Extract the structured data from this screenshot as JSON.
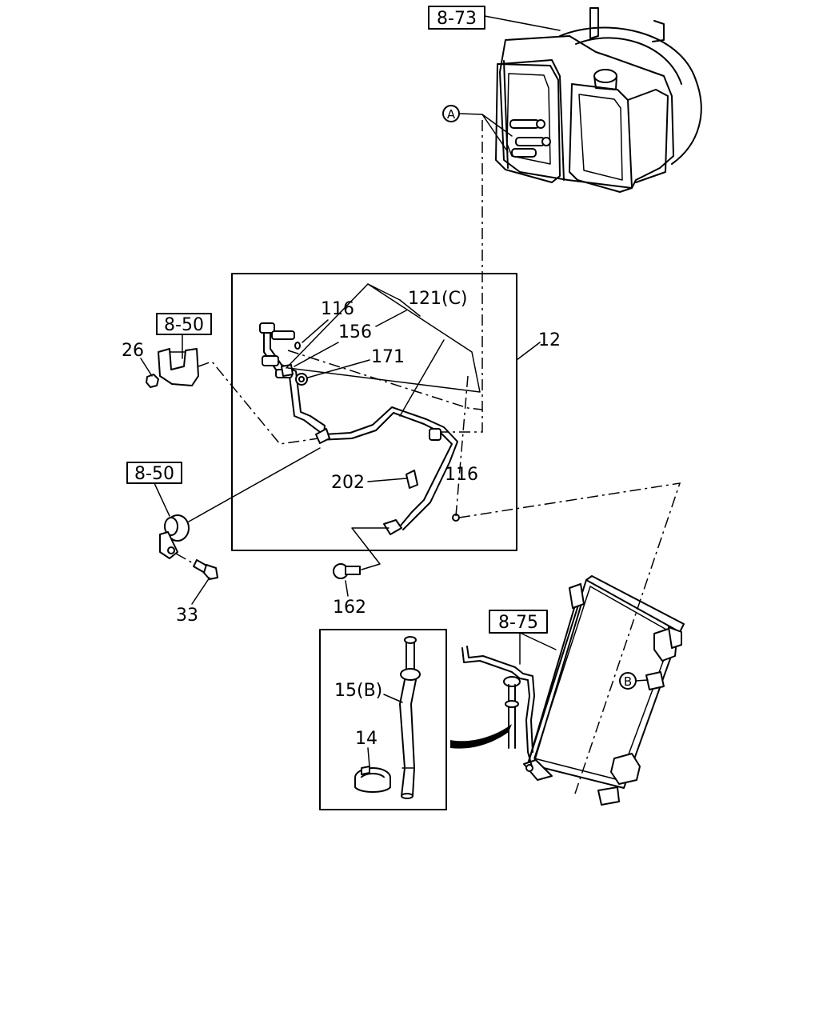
{
  "references": {
    "heater_unit": "8-73",
    "bracket_upper": "8-50",
    "bracket_lower": "8-50",
    "condenser": "8-75"
  },
  "callouts": {
    "a": "A",
    "b": "B"
  },
  "parts": {
    "p12": "12",
    "p14": "14",
    "p15": "15(B)",
    "p26": "26",
    "p33": "33",
    "p116a": "116",
    "p116b": "116",
    "p121": "121(C)",
    "p156": "156",
    "p162": "162",
    "p171": "171",
    "p202": "202"
  }
}
